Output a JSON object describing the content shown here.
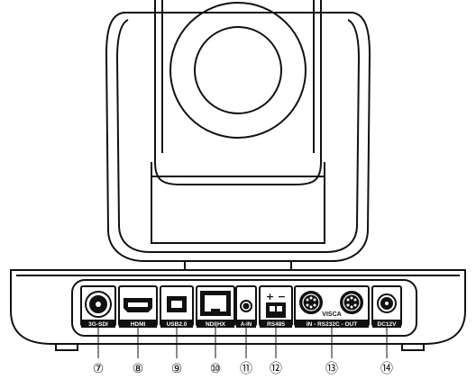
{
  "colors": {
    "stroke": "#111111",
    "label_bg": "#111111",
    "label_text": "#ffffff",
    "background": "#ffffff"
  },
  "ports": [
    {
      "id": "7",
      "number": "⑦",
      "label": "3G-SDI",
      "icon": "bnc-connector-icon"
    },
    {
      "id": "8",
      "number": "⑧",
      "label": "HDMI",
      "icon": "hdmi-port-icon"
    },
    {
      "id": "9",
      "number": "⑨",
      "label": "USB2.0",
      "icon": "usb-b-port-icon"
    },
    {
      "id": "10",
      "number": "⑩",
      "label": "NDI|HX",
      "icon": "rj45-port-icon"
    },
    {
      "id": "11",
      "number": "⑪",
      "label": "A-IN",
      "icon": "audio-jack-icon"
    },
    {
      "id": "12",
      "number": "⑫",
      "label": "RS485",
      "icon": "terminal-block-icon"
    },
    {
      "id": "13",
      "number": "⑬",
      "label": "IN - RS232C - OUT",
      "icon": "mini-din-port-icon",
      "sublabel": "VISCA"
    },
    {
      "id": "14",
      "number": "⑭",
      "label": "DC12V",
      "icon": "dc-power-jack-icon"
    }
  ],
  "rs485_symbols": "+ −"
}
